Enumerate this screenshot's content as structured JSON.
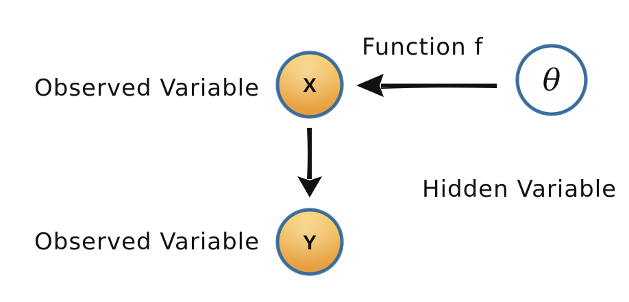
{
  "nodes": {
    "x": {
      "label": "X"
    },
    "y": {
      "label": "Y"
    },
    "theta": {
      "label": "θ"
    }
  },
  "labels": {
    "observed_x": "Observed Variable",
    "observed_y": "Observed Variable",
    "hidden": "Hidden Variable",
    "function": "Function f"
  },
  "colors": {
    "node_fill_top": "#f7cf6a",
    "node_fill_bottom": "#e49a3c",
    "node_border": "#3a6c9a",
    "arrow": "#111111"
  }
}
